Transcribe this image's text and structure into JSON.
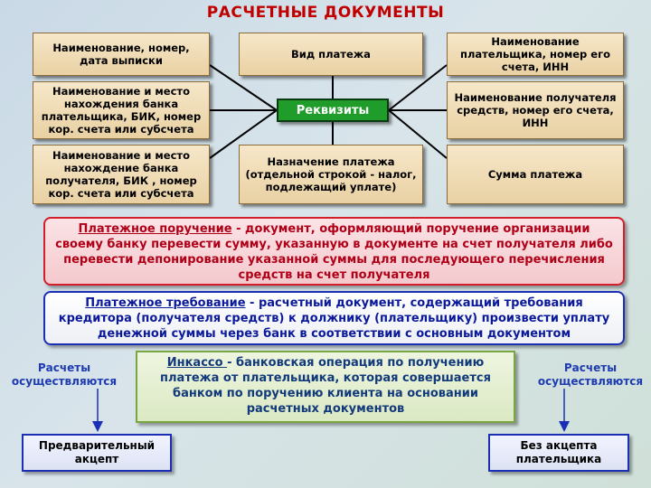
{
  "title": "РАСЧЕТНЫЕ  ДОКУМЕНТЫ",
  "center_label": "Реквизиты",
  "requisites": [
    "Наименование, номер, дата выписки",
    "Вид платежа",
    "Наименование плательщика, номер его счета, ИНН",
    "Наименование и место нахождения банка плательщика, БИК, номер кор. счета или субсчета",
    "Наименование получателя средств, номер его счета, ИНН",
    "Наименование и место нахождение банка получателя, БИК , номер кор. счета или субсчета",
    "Назначение платежа (отдельной строкой - налог, подлежащий уплате)",
    "Сумма платежа"
  ],
  "definitions": {
    "order_term": "Платежное поручение",
    "order_text": " - документ, оформляющий поручение организации своему банку перевести сумму, указанную в документе на счет получателя либо перевести депонирование указанной суммы для последующего перечисления средств на счет получателя",
    "demand_term": "Платежное требование",
    "demand_text": " - расчетный документ, содержащий требования кредитора (получателя средств) к должнику (плательщику) произвести уплату денежной суммы через банк в соответствии с основным документом",
    "collection_term": "Инкассо ",
    "collection_text": "- банковская операция по получению платежа от плательщика, которая совершается банком по поручению клиента на основании расчетных документов"
  },
  "left_label": "Расчеты осуществляются",
  "right_label": "Расчеты осуществляются",
  "left_box": "Предварительный акцепт",
  "right_box": "Без акцепта плательщика",
  "colors": {
    "title": "#c00000",
    "center": "#1f9c2a",
    "order_border": "#d21f2a",
    "demand_border": "#1b2fb4",
    "collection_border": "#7aa640"
  }
}
